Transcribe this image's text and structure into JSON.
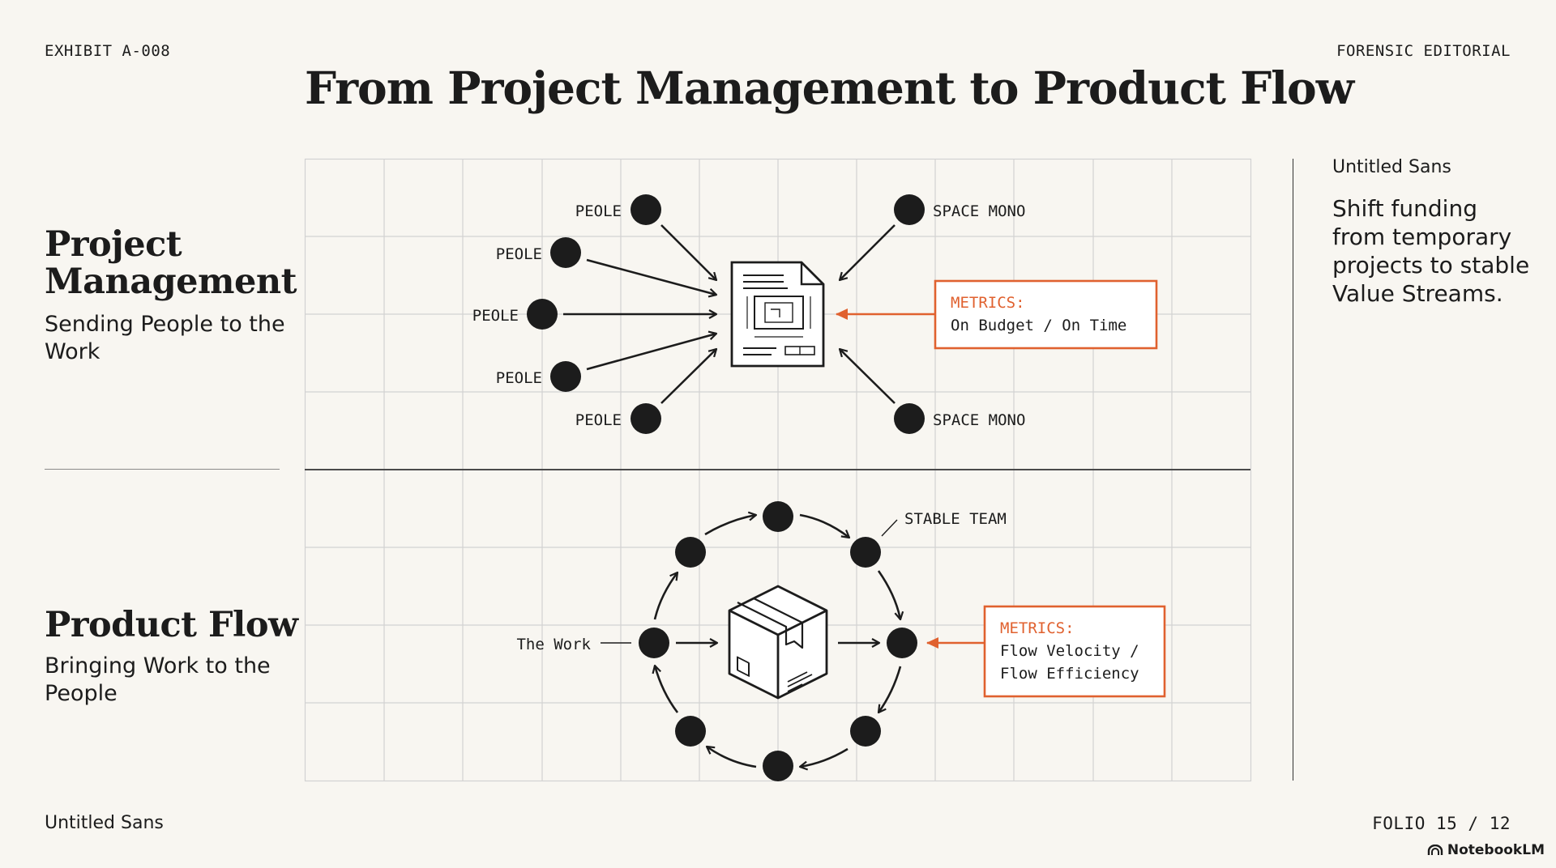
{
  "header": {
    "exhibit": "EXHIBIT A-008",
    "brand": "FORENSIC EDITORIAL",
    "title": "From Project Management to Product Flow"
  },
  "sections": {
    "project_management": {
      "title": "Project Management",
      "subtitle": "Sending People to the Work"
    },
    "product_flow": {
      "title": "Product Flow",
      "subtitle": "Bringing Work to the People"
    }
  },
  "diagram": {
    "top": {
      "left_labels": [
        "PEOLE",
        "PEOLE",
        "PEOLE",
        "PEOLE",
        "PEOLE"
      ],
      "right_labels": [
        "SPACE MONO",
        "SPACE MONO"
      ],
      "metrics_heading": "METRICS:",
      "metrics_value": "On Budget / On Time"
    },
    "bottom": {
      "team_label": "STABLE TEAM",
      "work_label": "The Work",
      "metrics_heading": "METRICS:",
      "metrics_line1": "Flow Velocity /",
      "metrics_line2": "Flow Efficiency"
    }
  },
  "sidebar": {
    "label": "Untitled Sans",
    "body": "Shift funding from temporary projects to stable Value Streams."
  },
  "footer": {
    "left": "Untitled Sans",
    "folio": "FOLIO 15 / 12",
    "logo_text": "NotebookLM"
  },
  "colors": {
    "background": "#f8f6f1",
    "ink": "#1c1c1c",
    "accent": "#e0612f",
    "grid": "#cfcfcf"
  },
  "icons": [
    "document-blueprint-icon",
    "package-box-icon",
    "notebooklm-logo-icon"
  ]
}
